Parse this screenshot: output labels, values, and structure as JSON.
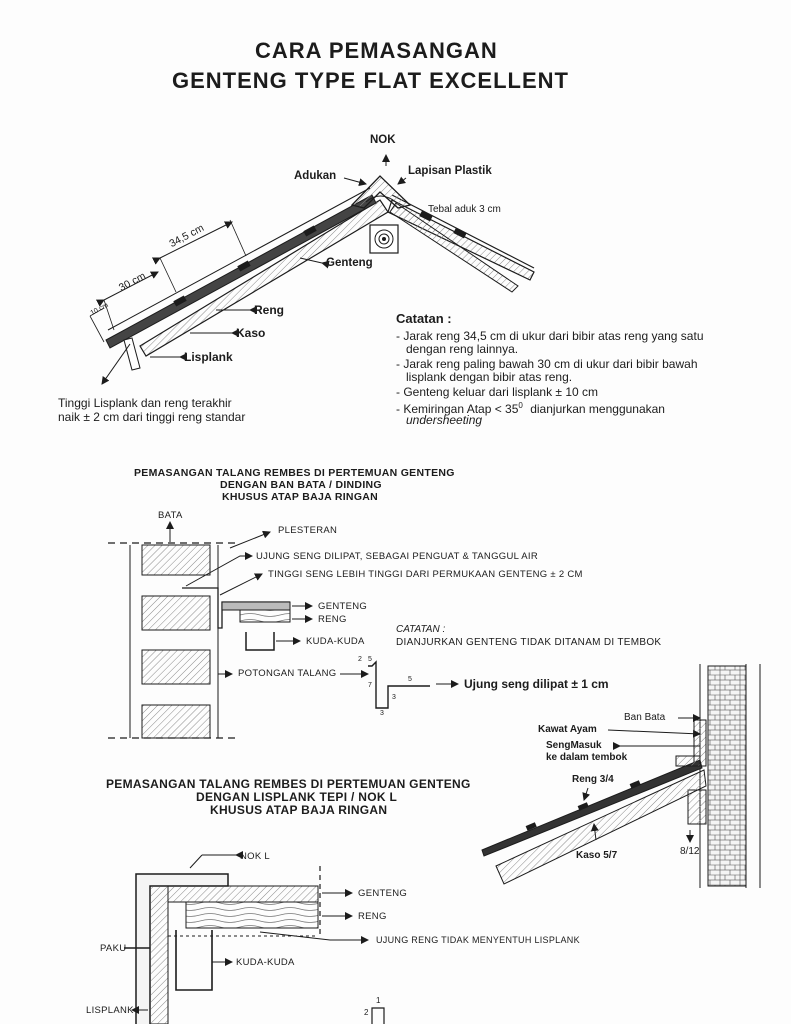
{
  "title": {
    "line1": "CARA PEMASANGAN",
    "line2": "GENTENG TYPE FLAT EXCELLENT"
  },
  "roof_section": {
    "labels": {
      "nok": "NOK",
      "adukan": "Adukan",
      "lapisan_plastik": "Lapisan Plastik",
      "tebal_aduk": "Tebal aduk 3 cm",
      "dim_345": "34,5 cm",
      "dim_30": "30 cm",
      "dim_10": "10 cm",
      "genteng": "Genteng",
      "reng": "Reng",
      "kaso": "Kaso",
      "lisplank": "Lisplank"
    },
    "footnote": [
      "Tinggi Lisplank dan reng terakhir",
      "naik ± 2 cm dari tinggi reng standar"
    ]
  },
  "catatan": {
    "heading": "Catatan :",
    "lines": [
      "- Jarak reng 34,5 cm di ukur dari bibir atas reng yang satu",
      "dengan reng lainnya.",
      "- Jarak reng  paling bawah 30 cm  di ukur  dari bibir bawah",
      "lisplank dengan bibir atas reng.",
      "- Genteng keluar dari lisplank ± 10 cm",
      "- Kemiringan   Atap    <    35",
      "dianjurkan   menggunakan",
      "undersheeting"
    ],
    "superscript": "0"
  },
  "section2": {
    "title_lines": [
      "PEMASANGAN TALANG REMBES DI PERTEMUAN GENTENG",
      "DENGAN BAN BATA / DINDING",
      "KHUSUS ATAP BAJA RINGAN"
    ],
    "labels": {
      "bata": "BATA",
      "plesteran": "PLESTERAN",
      "ujung_seng": "UJUNG SENG DILIPAT, SEBAGAI PENGUAT & TANGGUL AIR",
      "tinggi_seng": "TINGGI SENG LEBIH TINGGI DARI PERMUKAAN GENTENG ± 2 CM",
      "genteng": "GENTENG",
      "reng": "RENG",
      "kuda_kuda": "KUDA-KUDA",
      "potongan_talang": "POTONGAN TALANG",
      "catatan_heading": "CATATAN :",
      "catatan_text": "DIANJURKAN GENTENG TIDAK DITANAM DI TEMBOK",
      "ujung_seng_dilipat": "Ujung seng dilipat ± 1 cm",
      "dims": [
        "2",
        "5",
        "7",
        "3",
        "3",
        "5"
      ]
    }
  },
  "wall_detail": {
    "labels": {
      "ban_bata": "Ban Bata",
      "kawat_ayam": "Kawat Ayam",
      "seng_masuk_1": "SengMasuk",
      "seng_masuk_2": "ke dalam tembok",
      "reng": "Reng 3/4",
      "kaso": "Kaso 5/7",
      "size": "8/12"
    }
  },
  "section3": {
    "title_lines": [
      "PEMASANGAN TALANG REMBES DI PERTEMUAN GENTENG",
      "DENGAN LISPLANK TEPI / NOK L",
      "KHUSUS ATAP BAJA RINGAN"
    ],
    "labels": {
      "nok_l": "NOK L",
      "genteng": "GENTENG",
      "reng": "RENG",
      "ujung_reng": "UJUNG RENG TIDAK MENYENTUH LISPLANK",
      "paku": "PAKU",
      "kuda_kuda": "KUDA-KUDA",
      "lisplank": "LISPLANK",
      "dims": [
        "1",
        "2"
      ]
    }
  },
  "colors": {
    "ink": "#1c1c1c",
    "hatch": "#8a8a8a",
    "paper": "#fdfdfd"
  }
}
